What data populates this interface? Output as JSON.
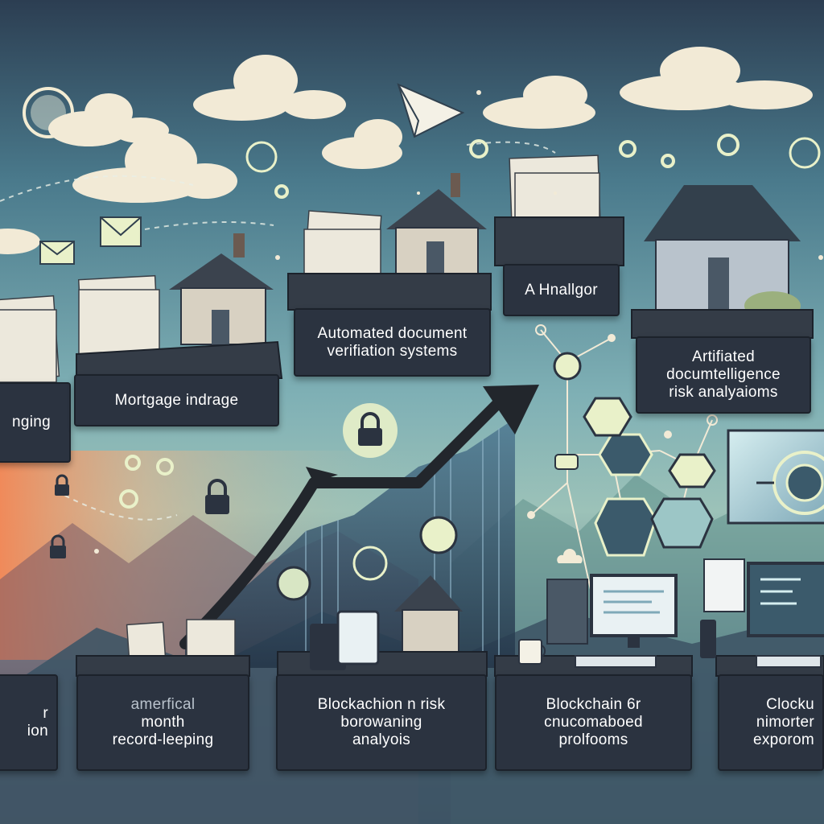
{
  "labels": {
    "left_top": [
      "nging"
    ],
    "mortgage": [
      "Mortgage indrage"
    ],
    "automated": [
      "Automated document",
      "verifiation systems"
    ],
    "halgor": [
      "A Hnallgor"
    ],
    "artifiated": [
      "Artifiated",
      "documtelligence",
      "risk analyaioms"
    ],
    "left_bottom": [
      "r",
      "ion"
    ],
    "record": [
      "amerfical",
      "month",
      "record-leeping"
    ],
    "blockchain_risk": [
      "Blockachion n risk",
      "borowaning",
      "analyois"
    ],
    "blockchain_platforms": [
      "Blockchain 6r",
      "cnucomaboed",
      "prolfooms"
    ],
    "clock": [
      "Clocku",
      "nimorter",
      "exporom"
    ]
  },
  "colors": {
    "label_bg": "#2b3340",
    "cloud": "#f2ead6",
    "accent_icon": "#e9f1c9",
    "arrow": "#22262c",
    "sun": "#f3ecd3"
  },
  "icons": [
    "sun-icon",
    "paper-plane-icon",
    "envelope-icon",
    "gear-icon",
    "padlock-icon",
    "house-icon",
    "document-stack-icon",
    "computer-monitor-icon",
    "coffee-cup-icon",
    "network-node-icon",
    "cloud-icon",
    "growth-arrow-icon"
  ]
}
